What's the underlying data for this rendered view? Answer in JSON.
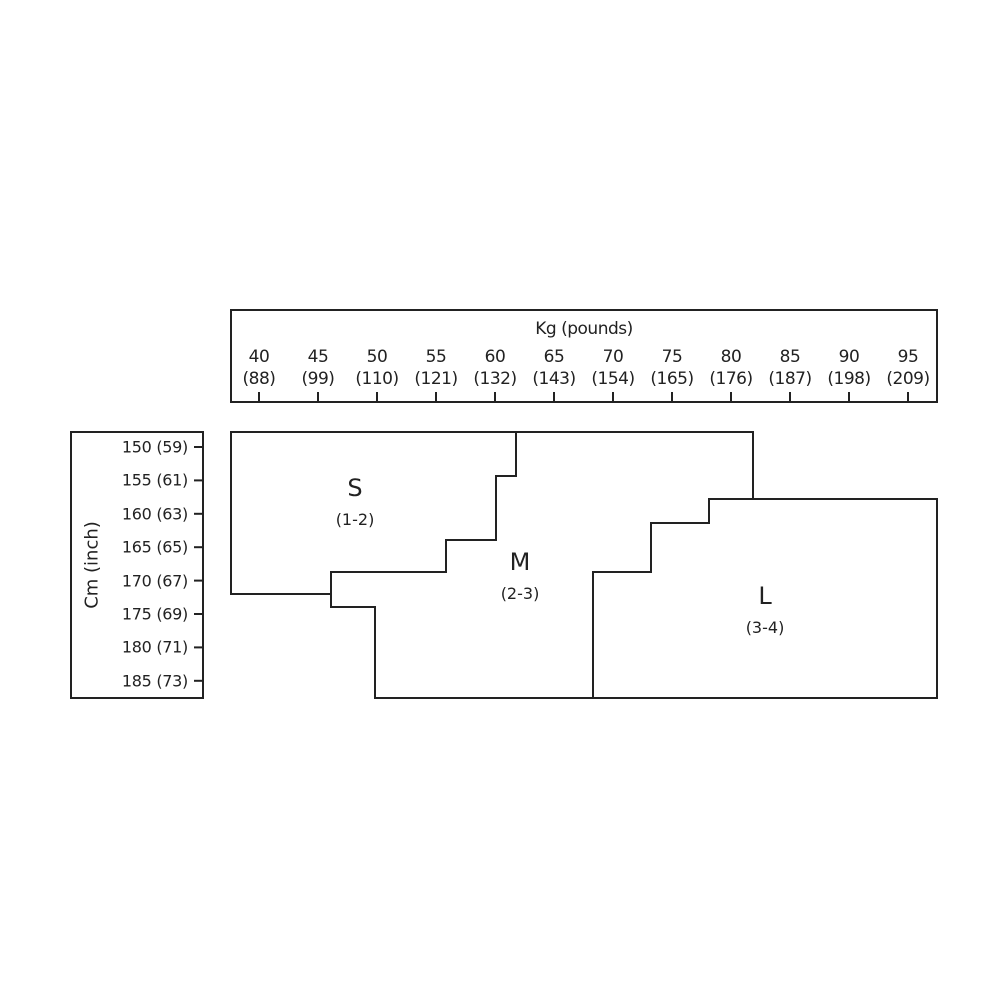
{
  "x_axis": {
    "title": "Kg (pounds)",
    "ticks": [
      {
        "kg": "40",
        "lb": "(88)"
      },
      {
        "kg": "45",
        "lb": "(99)"
      },
      {
        "kg": "50",
        "lb": "(110)"
      },
      {
        "kg": "55",
        "lb": "(121)"
      },
      {
        "kg": "60",
        "lb": "(132)"
      },
      {
        "kg": "65",
        "lb": "(143)"
      },
      {
        "kg": "70",
        "lb": "(154)"
      },
      {
        "kg": "75",
        "lb": "(165)"
      },
      {
        "kg": "80",
        "lb": "(176)"
      },
      {
        "kg": "85",
        "lb": "(187)"
      },
      {
        "kg": "90",
        "lb": "(198)"
      },
      {
        "kg": "95",
        "lb": "(209)"
      }
    ]
  },
  "y_axis": {
    "title": "Cm (inch)",
    "ticks": [
      "150 (59)",
      "155 (61)",
      "160 (63)",
      "165 (65)",
      "170 (67)",
      "175 (69)",
      "180 (71)",
      "185 (73)"
    ]
  },
  "regions": [
    {
      "size": "S",
      "range": "(1-2)"
    },
    {
      "size": "M",
      "range": "(2-3)"
    },
    {
      "size": "L",
      "range": "(3-4)"
    }
  ],
  "colors": {
    "line": "#222222",
    "background": "#ffffff"
  }
}
